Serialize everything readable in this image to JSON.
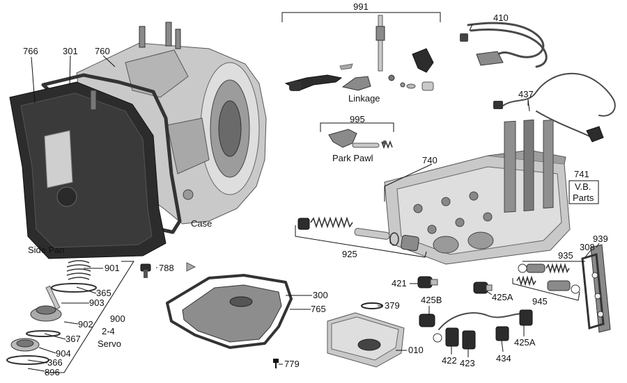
{
  "labels": {
    "l991": "991",
    "l410": "410",
    "l766": "766",
    "l301": "301",
    "l760": "760",
    "linkage": "Linkage",
    "l437": "437",
    "l995": "995",
    "parkpawl": "Park Pawl",
    "l740": "740",
    "l741": "741",
    "vb1": "V.B.",
    "vb2": "Parts",
    "case": "Case",
    "sidepan": "Side Pan",
    "l925": "925",
    "l939": "939",
    "l308": "308",
    "l935": "935",
    "l901": "901",
    "l788": "788",
    "l365": "365",
    "l903": "903",
    "l900": "900",
    "l2_4": "2-4",
    "servo": "Servo",
    "l902": "902",
    "l367": "367",
    "l904": "904",
    "l366": "366",
    "l896": "896",
    "l300": "300",
    "l765": "765",
    "l379": "379",
    "l421": "421",
    "l425b": "425B",
    "l425a_1": "425A",
    "l945": "945",
    "l425a_2": "425A",
    "l010": "010",
    "l422": "422",
    "l423": "423",
    "l434": "434",
    "l779": "779"
  }
}
